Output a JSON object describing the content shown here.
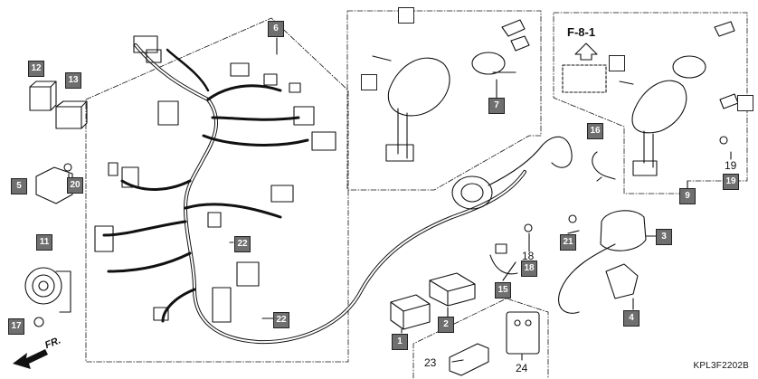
{
  "callouts": [
    {
      "id": "12",
      "text": "12"
    },
    {
      "id": "13",
      "text": "13"
    },
    {
      "id": "6",
      "text": "6"
    },
    {
      "id": "5",
      "text": "5"
    },
    {
      "id": "20",
      "text": "20"
    },
    {
      "id": "11",
      "text": "11"
    },
    {
      "id": "17",
      "text": "17"
    },
    {
      "id": "22a",
      "text": "22"
    },
    {
      "id": "22b",
      "text": "22"
    },
    {
      "id": "1",
      "text": "1"
    },
    {
      "id": "2",
      "text": "2"
    },
    {
      "id": "7",
      "text": "7"
    },
    {
      "id": "16",
      "text": "16"
    },
    {
      "id": "21",
      "text": "21"
    },
    {
      "id": "18",
      "text": "18"
    },
    {
      "id": "15",
      "text": "15"
    },
    {
      "id": "3",
      "text": "3"
    },
    {
      "id": "4",
      "text": "4"
    },
    {
      "id": "9",
      "text": "9"
    },
    {
      "id": "19",
      "text": "19"
    }
  ],
  "plain_labels": [
    {
      "id": "18p",
      "text": "18"
    },
    {
      "id": "19p",
      "text": "19"
    },
    {
      "id": "23",
      "text": "23"
    },
    {
      "id": "24",
      "text": "24"
    }
  ],
  "view_label": "F-8-1",
  "direction_label": "FR.",
  "reference_code": "KPL3F2202B"
}
